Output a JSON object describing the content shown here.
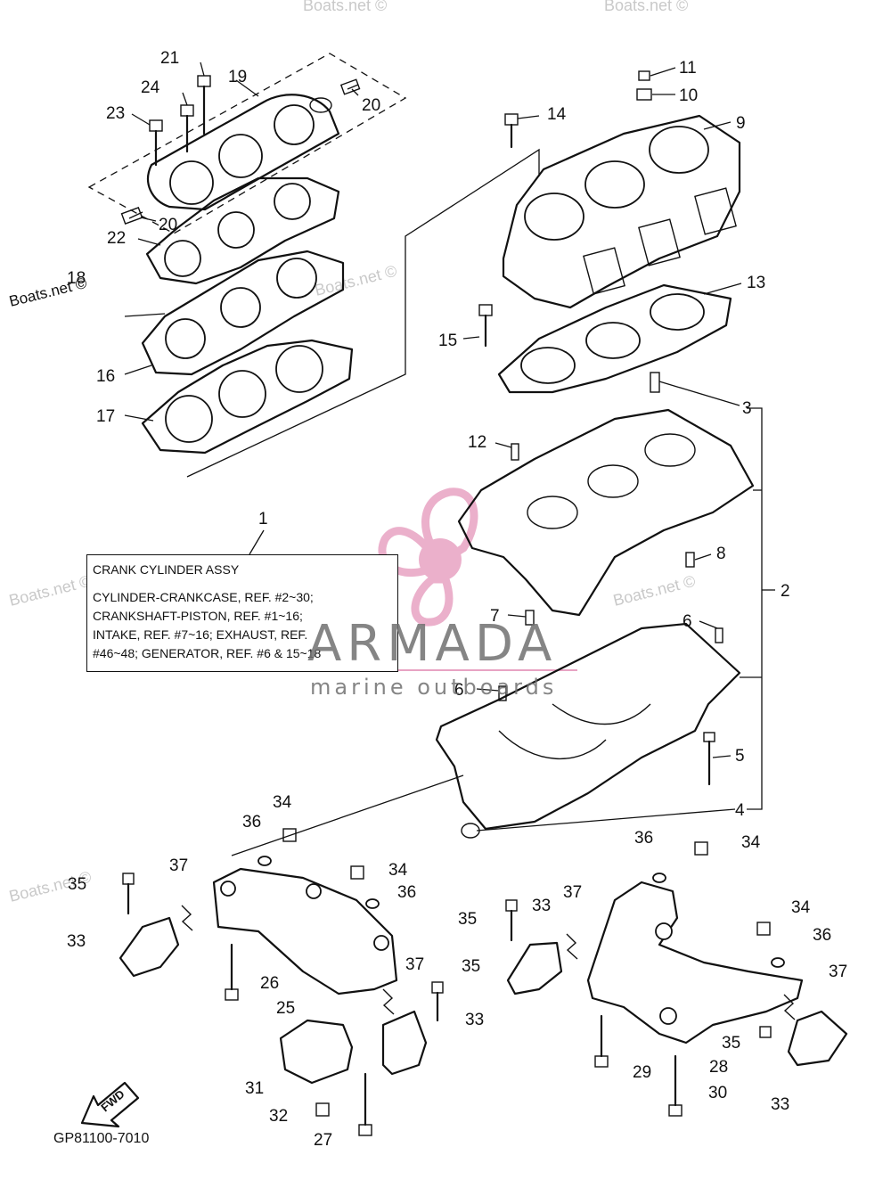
{
  "diagram_code": "GP81100-7010",
  "note_box": {
    "title": "CRANK CYLINDER ASSY",
    "lines": [
      "CYLINDER-CRANKCASE, REF. #2~30;",
      "CRANKSHAFT-PISTON, REF. #1~16;",
      "INTAKE, REF. #7~16; EXHAUST, REF.",
      "#46~48; GENERATOR, REF. #6 & 15~18"
    ]
  },
  "logo": {
    "name": "ARMADA",
    "tagline": "marine outboards",
    "accent": "#e8a3c3"
  },
  "watermarks": [
    "Boats.net ©",
    "Boats.net ©",
    "Boats.net ©",
    "Boats.net ©",
    "Boats.net ©",
    "Boats.net ©",
    "Boats.net ©"
  ],
  "fwd_label": "FWD",
  "callouts": [
    "1",
    "2",
    "3",
    "3",
    "4",
    "5",
    "6",
    "6",
    "7",
    "8",
    "9",
    "10",
    "11",
    "12",
    "13",
    "14",
    "15",
    "16",
    "17",
    "18",
    "19",
    "20",
    "20",
    "21",
    "22",
    "23",
    "24",
    "25",
    "26",
    "27",
    "28",
    "29",
    "30",
    "31",
    "32",
    "33",
    "33",
    "33",
    "33",
    "34",
    "34",
    "34",
    "34",
    "35",
    "35",
    "35",
    "35",
    "35",
    "36",
    "36",
    "36",
    "36",
    "37",
    "37",
    "37",
    "37"
  ]
}
